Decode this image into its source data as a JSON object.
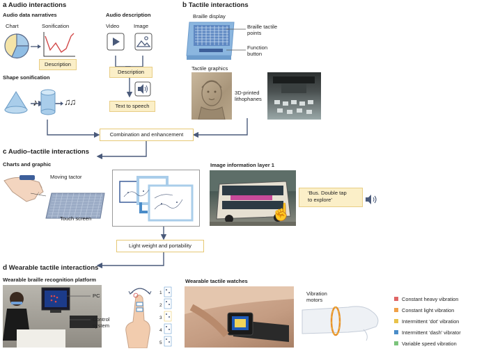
{
  "sections": {
    "a": {
      "letter": "a",
      "title": "Audio interactions"
    },
    "b": {
      "letter": "b",
      "title": "Tactile interactions"
    },
    "c": {
      "letter": "c",
      "title": "Audio–tactile interactions"
    },
    "d": {
      "letter": "d",
      "title": "Wearable tactile interactions"
    }
  },
  "audio": {
    "narratives_title": "Audio data narratives",
    "chart_label": "Chart",
    "sonification_label": "Sonification",
    "description_box": "Description",
    "shape_title": "Shape sonification",
    "ad_title": "Audio description",
    "video_label": "Video",
    "image_label": "Image",
    "ad_description_box": "Description",
    "tts_box": "Text to speech"
  },
  "tactile": {
    "braille_display": "Braille display",
    "braille_points": "Braille tactile\npoints",
    "function_button": "Function\nbutton",
    "tactile_graphics": "Tactile graphics",
    "lithophanes": "3D-printed\nlithophanes"
  },
  "combine_box": "Combination and enhancement",
  "audio_tactile": {
    "charts_title": "Charts and graphic",
    "moving_tactor": "Moving tactor",
    "touch_screen": "Touch screen",
    "image_layer": "Image information layer 1",
    "bus_bubble": "‘Bus. Double tap\nto explore’",
    "portability_box": "Light weight and portability"
  },
  "wearable": {
    "platform_title": "Wearable braille recognition platform",
    "pc_label": "PC",
    "control_label": "Control\nsystem",
    "finger_numbers": [
      "1",
      "2",
      "3",
      "4",
      "5"
    ],
    "watches_title": "Wearable tactile watches",
    "vibration_motors": "Vibration\nmotors",
    "legend": [
      {
        "label": "Constant heavy vibration",
        "color": "#e06666"
      },
      {
        "label": "Constant light vibration",
        "color": "#f0a048"
      },
      {
        "label": "Intermittent ‘dot’ vibration",
        "color": "#e8c24a"
      },
      {
        "label": "Intermittent ‘dash’ vibrator",
        "color": "#4a8cc8"
      },
      {
        "label": "Variable speed vibration",
        "color": "#7cc47c"
      }
    ]
  },
  "colors": {
    "yellow_box": "#fbefc8",
    "arrow": "#4a5a7a",
    "accent_blue": "#a9cdea"
  }
}
